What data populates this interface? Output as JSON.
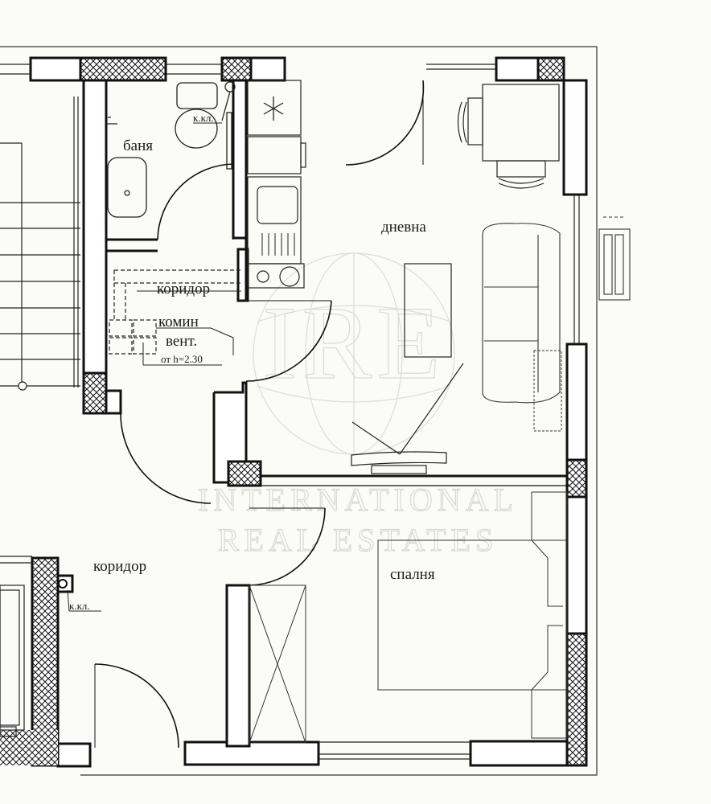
{
  "plan": {
    "type": "floor-plan",
    "colors": {
      "background": "#fbfbf8",
      "line": "#111111",
      "thin_line": "#333333",
      "watermark": "#d8d8d4"
    },
    "rooms": [
      {
        "id": "bathroom",
        "label": "баня"
      },
      {
        "id": "corridor-inner",
        "label": "коридор"
      },
      {
        "id": "living",
        "label": "дневна"
      },
      {
        "id": "bedroom",
        "label": "спалня"
      },
      {
        "id": "corridor-outer",
        "label": "коридор"
      }
    ],
    "annotations": {
      "duct_label": "комин",
      "vent_label": "вент.",
      "height_note": "от h=2.30",
      "riser_top": "к.кл.",
      "riser_bottom": "к.кл."
    },
    "watermark": {
      "monogram": "IRE",
      "line1": "INTERNATIONAL",
      "line2": "REAL ESTATES"
    }
  }
}
